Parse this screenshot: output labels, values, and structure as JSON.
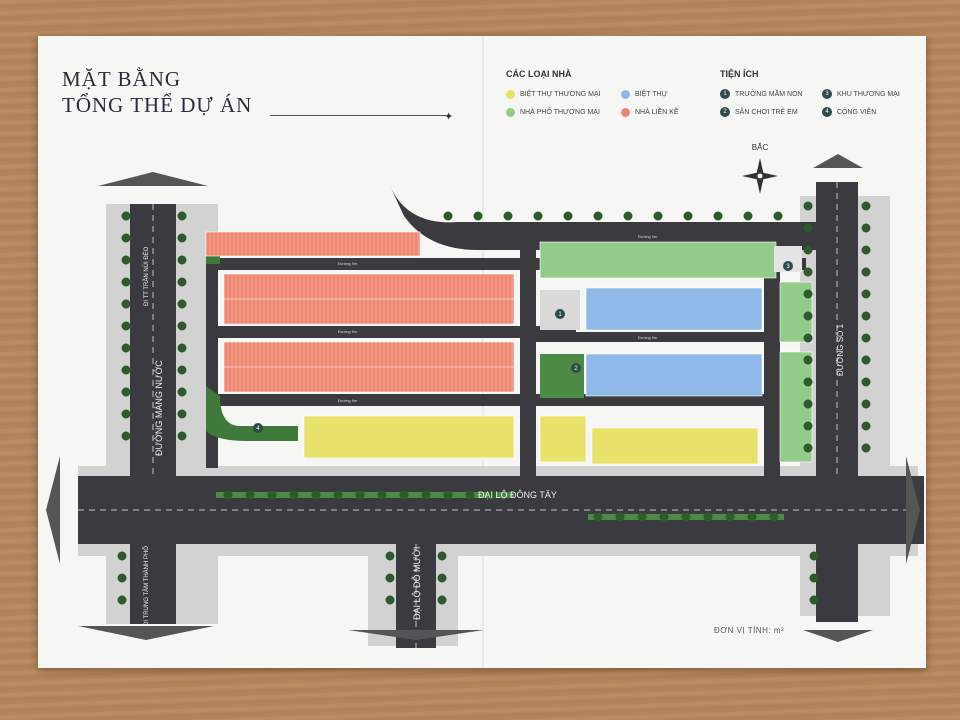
{
  "title": {
    "line1": "MẶT BẰNG",
    "line2": "TỔNG THỂ DỰ ÁN"
  },
  "legend": {
    "house_types": {
      "heading": "CÁC LOẠI NHÀ",
      "items": [
        {
          "label": "BIỆT THỰ THƯƠNG MẠI",
          "color": "#e8e26a"
        },
        {
          "label": "BIỆT THỰ",
          "color": "#8fb8e8"
        },
        {
          "label": "NHÀ PHỐ THƯƠNG MẠI",
          "color": "#93cc8a"
        },
        {
          "label": "NHÀ LIỀN KỀ",
          "color": "#ee8670"
        }
      ]
    },
    "amenities": {
      "heading": "TIỆN ÍCH",
      "items": [
        {
          "num": "1",
          "label": "TRƯỜNG MẦM NON"
        },
        {
          "num": "3",
          "label": "KHU THƯƠNG MẠI"
        },
        {
          "num": "2",
          "label": "SÂN CHƠI TRẺ EM"
        },
        {
          "num": "4",
          "label": "CÔNG VIÊN"
        }
      ]
    }
  },
  "compass": {
    "label": "BẮC"
  },
  "roads": {
    "mang_nuoc": "ĐƯỜNG MÁNG NƯỚC",
    "dong_tay": "ĐẠI LỘ ĐÔNG TÂY",
    "do_muoi": "ĐẠI LỘ ĐỖ MƯỜI",
    "so_1": "ĐƯỜNG SỐ 1",
    "to_tran_nui_deo": "ĐI TT TRẦN NÚI ĐÈO",
    "to_city_center": "ĐI TRUNG TÂM THÀNH PHỐ",
    "internal": "Đường 9m"
  },
  "unit": "ĐƠN VỊ TÍNH: m²",
  "colors": {
    "paper": "#f6f6f4",
    "road": "#3a3a3f",
    "sidewalk": "#cfcfcf",
    "lien_ke": "#ee8670",
    "biet_thu": "#8fb8e8",
    "biet_thu_tm": "#e8e26a",
    "pho_tm": "#93cc8a",
    "tree": "#2e5a2c",
    "park": "#3f7a3a"
  }
}
